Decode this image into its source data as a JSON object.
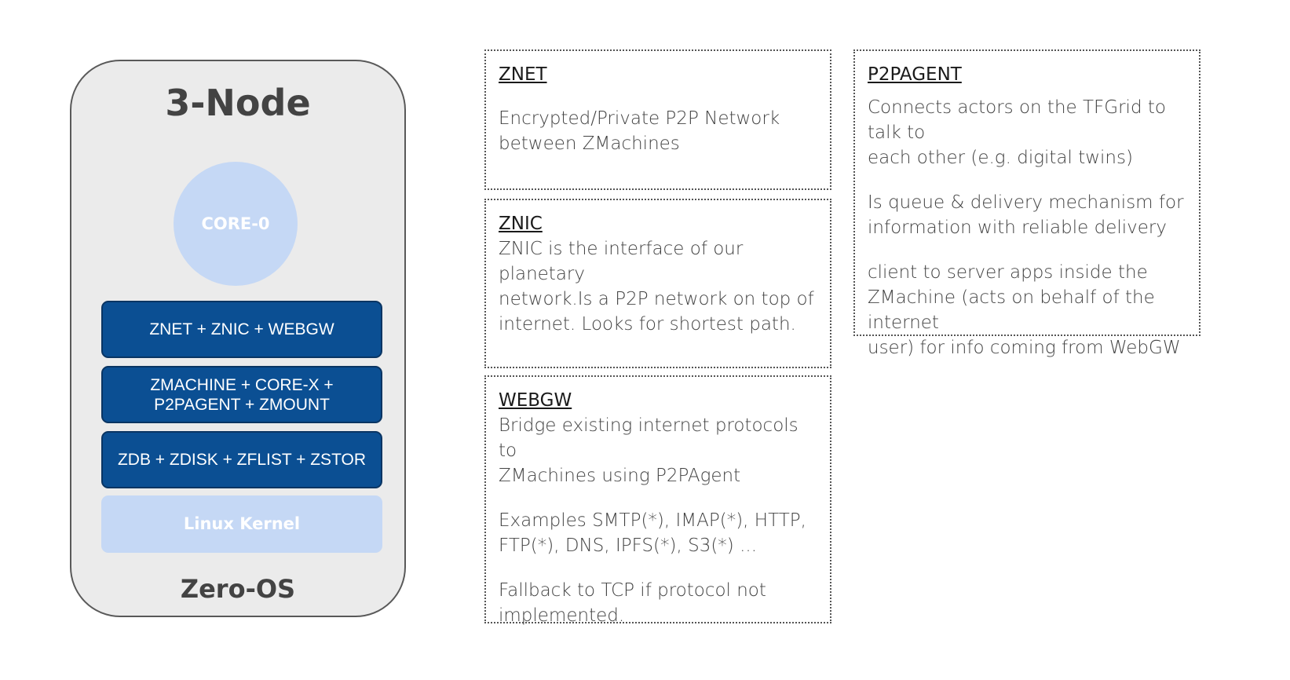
{
  "node": {
    "title": "3-Node",
    "core_label": "CORE-0",
    "layers": [
      "ZNET +  ZNIC + WEBGW",
      "ZMACHINE + CORE-X +\nP2PAGENT + ZMOUNT",
      "ZDB + ZDISK + ZFLIST + ZSTOR"
    ],
    "kernel_label": "Linux Kernel",
    "footer": "Zero-OS"
  },
  "boxes": {
    "znet": {
      "title": "ZNET",
      "paragraphs": [
        "Encrypted/Private P2P Network\nbetween ZMachines"
      ]
    },
    "znic": {
      "title": "ZNIC",
      "paragraphs": [
        "ZNIC is the interface of our planetary\nnetwork.Is a P2P network on top of\ninternet. Looks for shortest path."
      ]
    },
    "webgw": {
      "title": "WEBGW",
      "paragraphs": [
        "Bridge existing internet protocols to\nZMachines using P2PAgent",
        "Examples SMTP(*), IMAP(*), HTTP,\nFTP(*), DNS, IPFS(*), S3(*) ...",
        "Fallback to TCP if protocol not\nimplemented."
      ]
    },
    "p2pagent": {
      "title": "P2PAGENT",
      "paragraphs": [
        "Connects actors on the TFGrid to talk to\neach other (e.g. digital twins)",
        "Is queue & delivery mechanism for\ninformation with reliable delivery",
        "client to server apps inside the\nZMachine (acts on behalf of the internet\nuser) for info coming from WebGW"
      ]
    }
  },
  "colors": {
    "node_fill": "#ebebeb",
    "core_fill": "#c5d8f5",
    "layer_fill": "#0b4f93",
    "kernel_fill": "#c5d8f5"
  }
}
